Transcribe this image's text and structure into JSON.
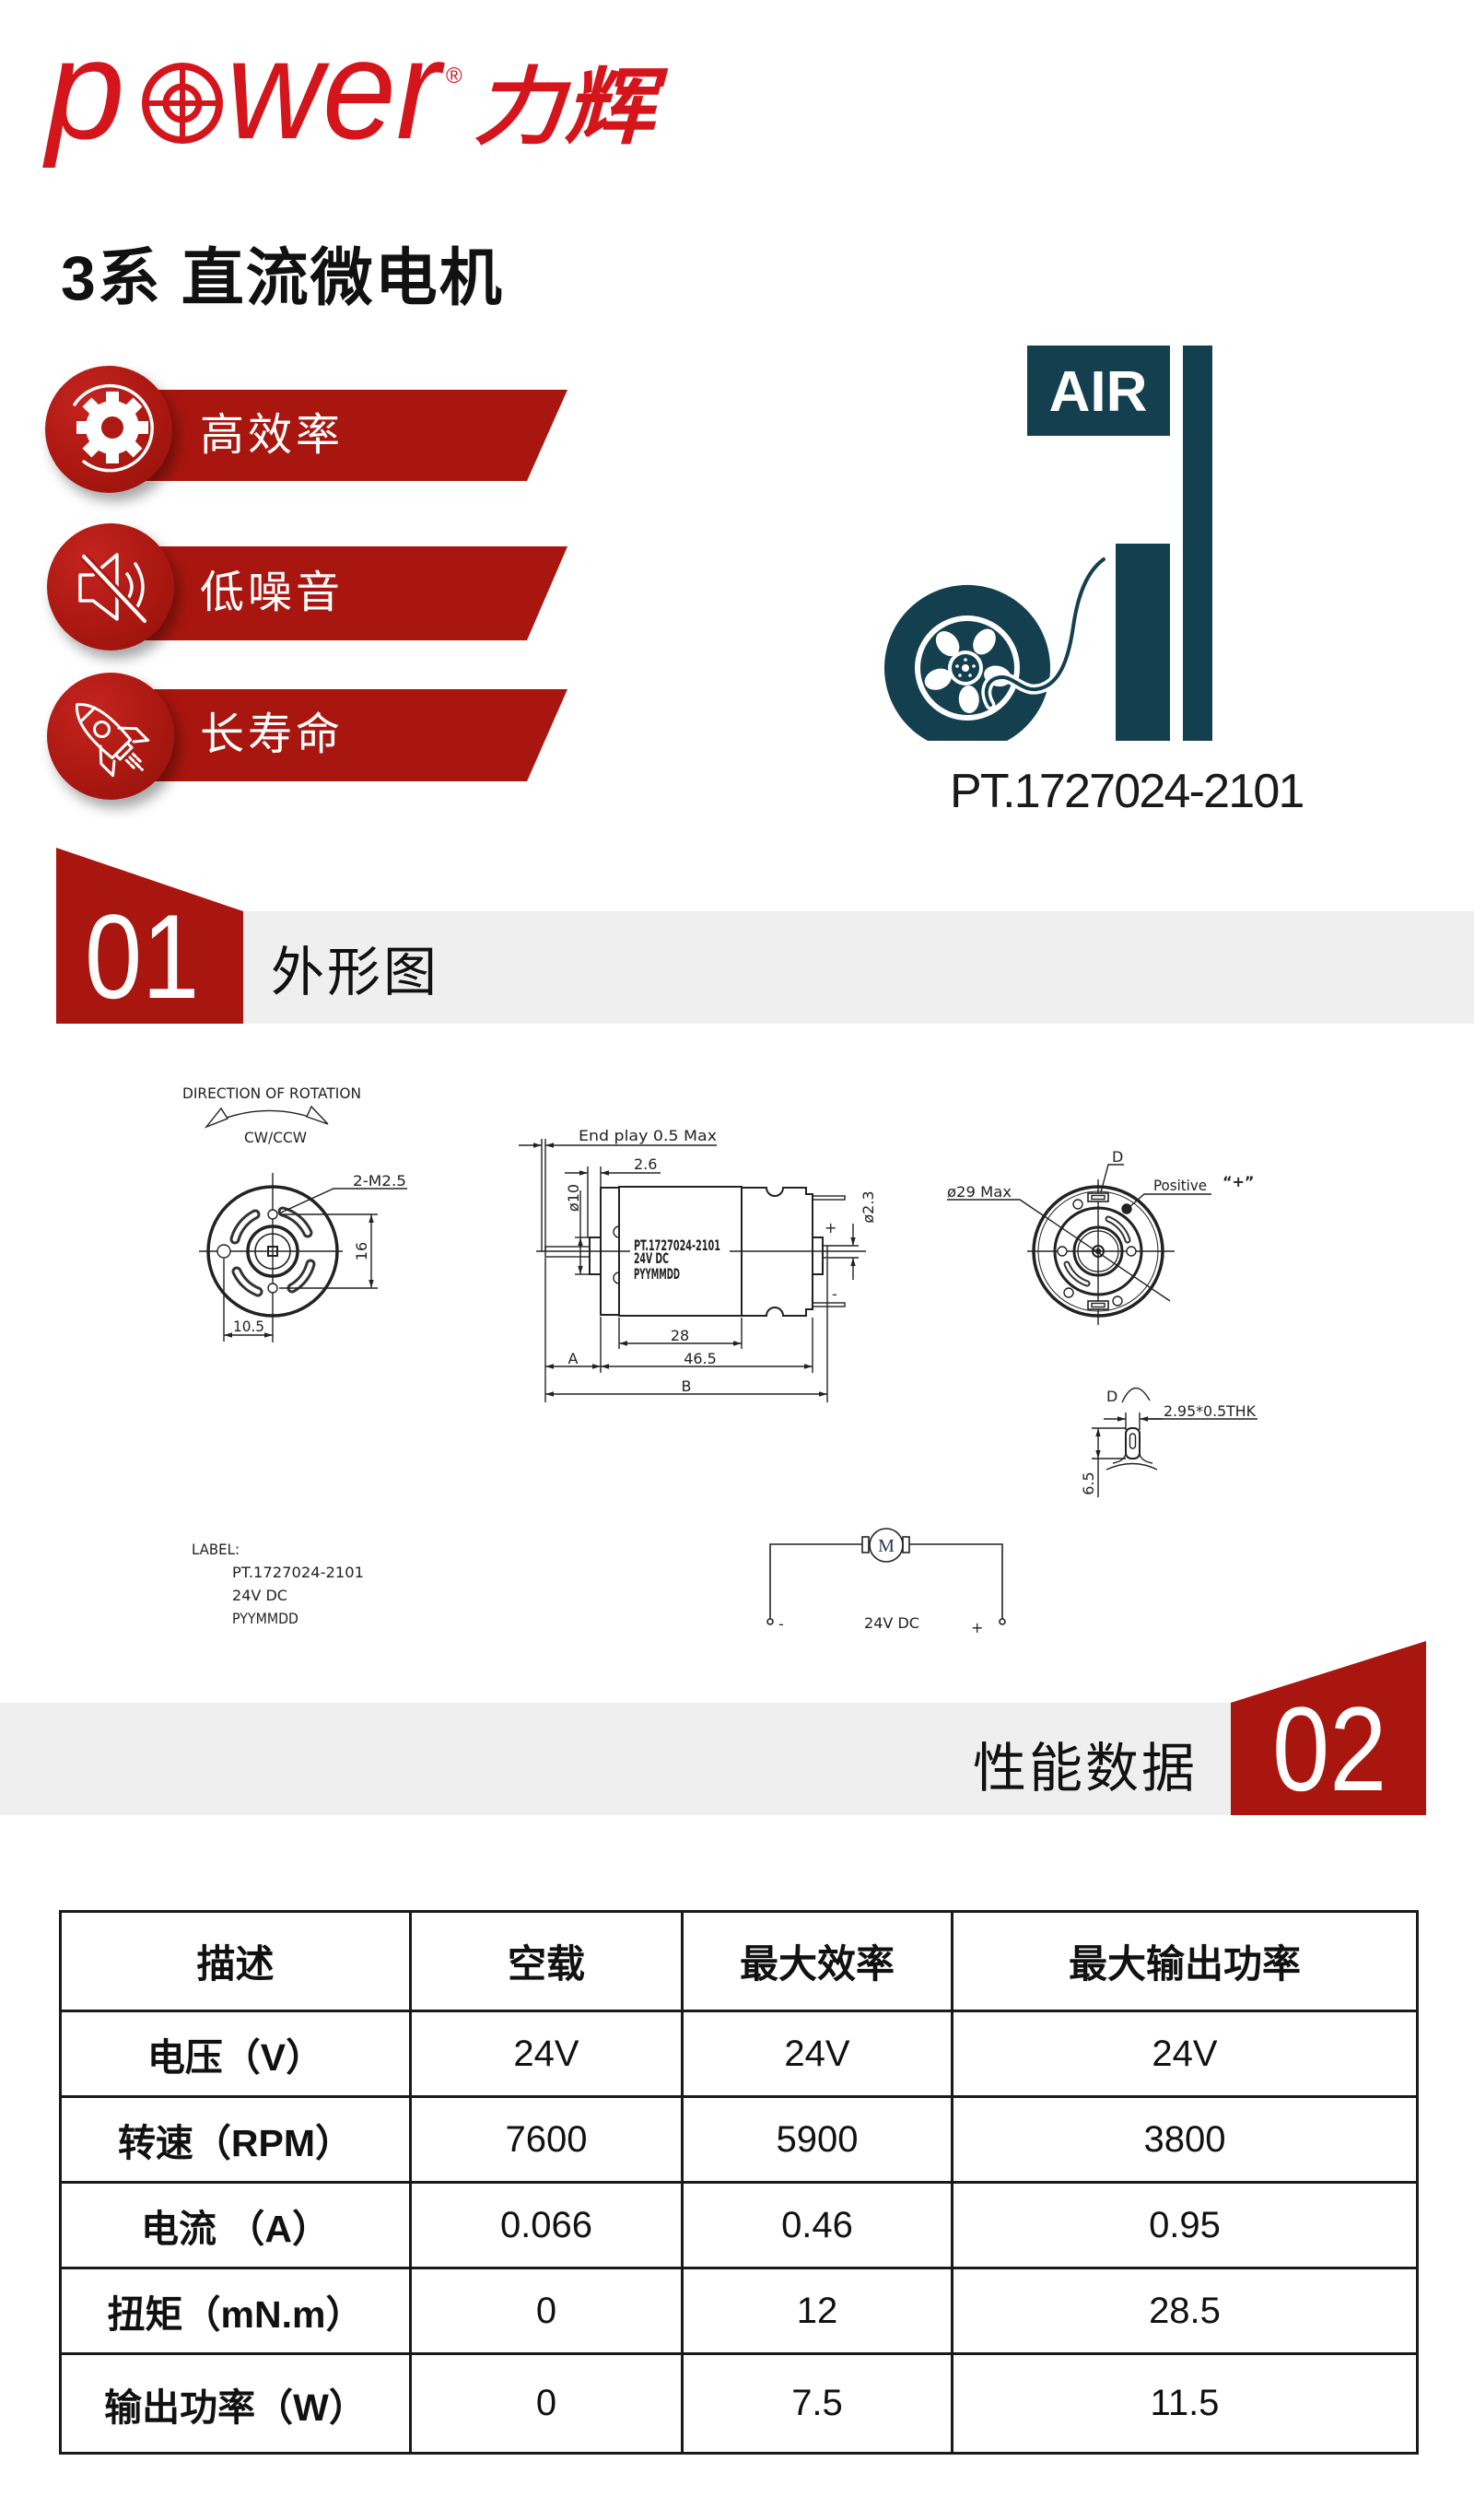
{
  "logo": {
    "letter_p": "p",
    "letters_wer": "wer",
    "registered": "®",
    "name_cn": "力辉"
  },
  "title": "3系 直流微电机",
  "features": [
    {
      "label": "高效率",
      "icon": "gear-icon"
    },
    {
      "label": "低噪音",
      "icon": "mute-speaker-icon"
    },
    {
      "label": "长寿命",
      "icon": "rocket-icon"
    }
  ],
  "product": {
    "badge_text": "AIR",
    "illustration": "tire-inflator-icon",
    "model": "PT.1727024-2101"
  },
  "sections": [
    {
      "number": "01",
      "title": "外形图"
    },
    {
      "number": "02",
      "title": "性能数据"
    }
  ],
  "drawing": {
    "front_view": {
      "rotation_title": "DIRECTION OF ROTATION",
      "rotation_value": "CW/CCW",
      "screw_spec": "2-M2.5",
      "dim_hole_pitch": "16",
      "dim_hole_offset": "10.5"
    },
    "side_view": {
      "end_play": "End play 0.5 Max",
      "dim_boss_length": "2.6",
      "dim_boss_diameter": "ø10",
      "dim_shaft_diameter": "ø2.3",
      "terminal_positive": "+",
      "terminal_negative": "-",
      "body_label": [
        "PT.1727024-2101",
        "24V DC",
        "PYYMMDD"
      ],
      "dim_can_length": "28",
      "dim_body_length": "46.5",
      "dim_a": "A",
      "dim_b": "B"
    },
    "rear_view": {
      "dim_max_diameter": "ø29 Max",
      "detail_marker": "D",
      "positive_label": "Positive",
      "positive_symbol": "“+”"
    },
    "terminal_detail": {
      "marker": "D",
      "tab_size": "2.95*0.5THK",
      "tab_height": "6.5"
    },
    "label_block": {
      "title": "LABEL:",
      "lines": [
        "PT.1727024-2101",
        "24V DC",
        "PYYMMDD"
      ]
    },
    "wiring": {
      "motor_symbol": "M",
      "negative": "-",
      "voltage": "24V DC",
      "positive": "+"
    }
  },
  "table": {
    "headers": [
      "描述",
      "空载",
      "最大效率",
      "最大输出功率"
    ],
    "rows": [
      {
        "label": "电压（V）",
        "values": [
          "24V",
          "24V",
          "24V"
        ]
      },
      {
        "label": "转速（RPM）",
        "values": [
          "7600",
          "5900",
          "3800"
        ]
      },
      {
        "label": "电流 （A）",
        "values": [
          "0.066",
          "0.46",
          "0.95"
        ]
      },
      {
        "label": "扭矩（mN.m）",
        "values": [
          "0",
          "12",
          "28.5"
        ]
      },
      {
        "label": "输出功率（W）",
        "values": [
          "0",
          "7.5",
          "11.5"
        ]
      }
    ]
  },
  "colors": {
    "brand_red": "#d4161c",
    "banner_red": "#a8160f",
    "section_gray": "#efefef",
    "icon_teal": "#143f4f",
    "line_black": "#1a1a1a"
  }
}
